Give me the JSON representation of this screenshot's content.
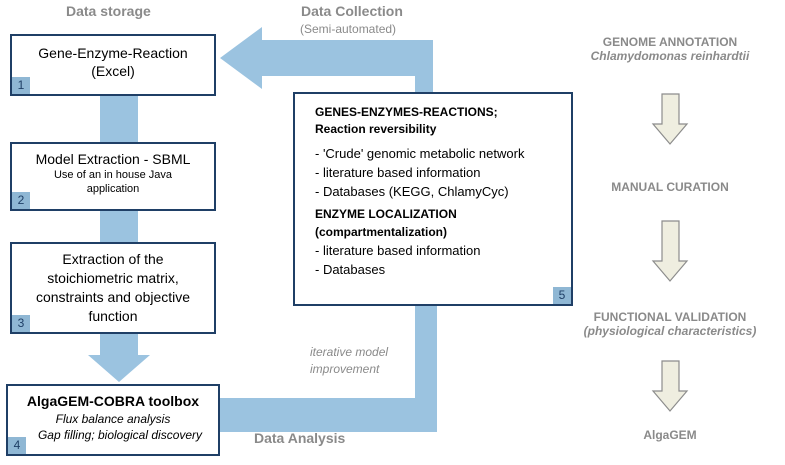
{
  "headers": {
    "data_storage": "Data storage",
    "data_collection": "Data Collection",
    "data_collection_sub": "(Semi-automated)",
    "data_analysis": "Data Analysis",
    "iterative_line1": "iterative model",
    "iterative_line2": "improvement"
  },
  "boxes": {
    "box1": {
      "line1": "Gene-Enzyme-Reaction",
      "line2": "(Excel)",
      "number": "1"
    },
    "box2": {
      "title": "Model Extraction - SBML",
      "sub1": "Use of an in house Java",
      "sub2": "application",
      "number": "2"
    },
    "box3": {
      "line1": "Extraction of the",
      "line2": "stoichiometric matrix,",
      "line3": "constraints and objective",
      "line4": "function",
      "number": "3"
    },
    "box4": {
      "title": "AlgaGEM-COBRA toolbox",
      "line2": "Flux balance analysis",
      "line3": "Gap filling; biological discovery",
      "number": "4"
    },
    "box5": {
      "heading1": "GENES-ENZYMES-REACTIONS;",
      "heading2": "Reaction reversibility",
      "items1": [
        "- 'Crude' genomic metabolic network",
        "- literature based information",
        "- Databases (KEGG, ChlamyCyc)"
      ],
      "heading3": "ENZYME LOCALIZATION",
      "heading4": "(compartmentalization)",
      "items2": [
        "- literature based information",
        "- Databases"
      ],
      "number": "5"
    }
  },
  "right_flow": {
    "step1_title": "GENOME ANNOTATION",
    "step1_sub": "Chlamydomonas reinhardtii",
    "step2": "MANUAL CURATION",
    "step3_title": "FUNCTIONAL VALIDATION",
    "step3_sub": "(physiological characteristics)",
    "step4": "AlgaGEM"
  },
  "colors": {
    "light_blue": "#9bc3e0",
    "dark_blue": "#1f3f66",
    "gray_text": "#8a8a8a",
    "arrow_fill": "#efeee0",
    "arrow_stroke": "#8c8c8c"
  }
}
